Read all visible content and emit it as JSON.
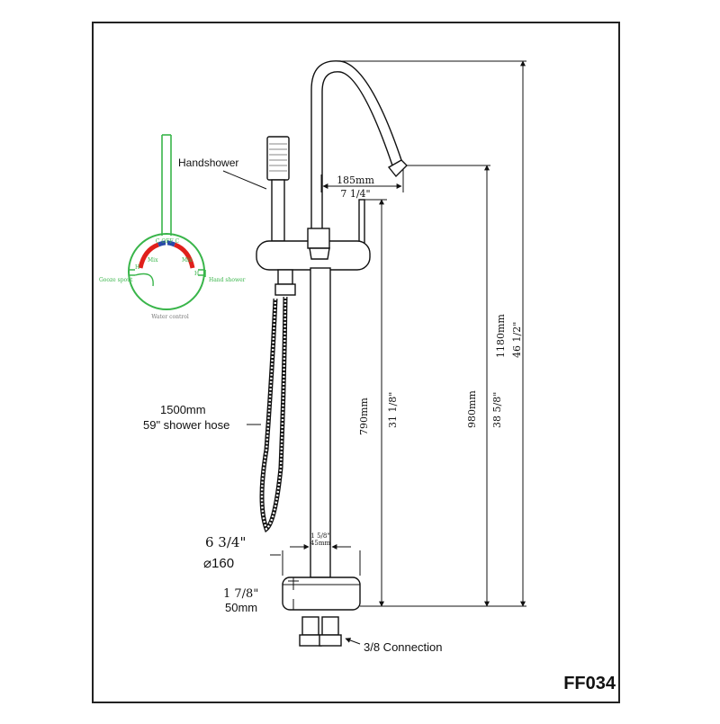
{
  "model": "FF034",
  "labels": {
    "handshower": "Handshower",
    "spout_reach_mm": "185mm",
    "spout_reach_in": "7 1/4\"",
    "hose_length_mm": "1500mm",
    "hose_desc": "59\" shower hose",
    "base_dia_in": "6 3/4\"",
    "base_dia_mm": "⌀160",
    "pipe_dia_in": "1 5/8\"",
    "pipe_dia_mm": "45mm",
    "base_height_in": "1 7/8\"",
    "base_height_mm": "50mm",
    "connection": "3/8 Connection",
    "handle_height_mm": "790mm",
    "handle_height_in": "31 1/8\"",
    "spout_height_mm": "980mm",
    "spout_height_in": "38 5/8\"",
    "total_height_mm": "1180mm",
    "total_height_in": "46 1/2\""
  },
  "control": {
    "off": "C OFF C",
    "mix_left": "Mix",
    "mix_right": "Mix",
    "h_left": "H",
    "h_right": "H",
    "gooseneck": "Gooze spout",
    "handshower": "Hand shower",
    "caption": "Water control"
  },
  "colors": {
    "line": "#111111",
    "frame": "#222222",
    "control_green": "#39b54a",
    "hot_red": "#e0201b",
    "cold_blue": "#2a4aa8"
  }
}
